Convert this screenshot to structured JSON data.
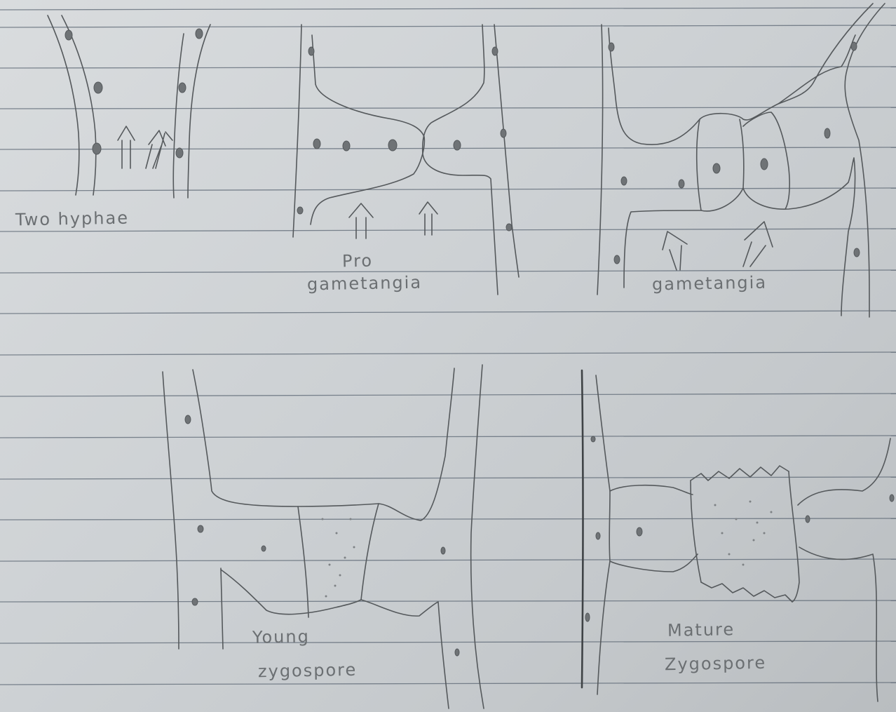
{
  "labels": {
    "two_hyphae": "Two hyphae",
    "pro": "Pro",
    "pro_gametangia": "gametangia",
    "gametangia": "gametangia",
    "young_1": "Young",
    "young_2": "zygospore",
    "mature_1": "Mature",
    "mature_2": "Zygospore"
  },
  "colors": {
    "paper": "#d3d6d8",
    "rule_lines": "#5b6673",
    "pencil": "#55595c",
    "pencil_light": "#7d8184"
  }
}
